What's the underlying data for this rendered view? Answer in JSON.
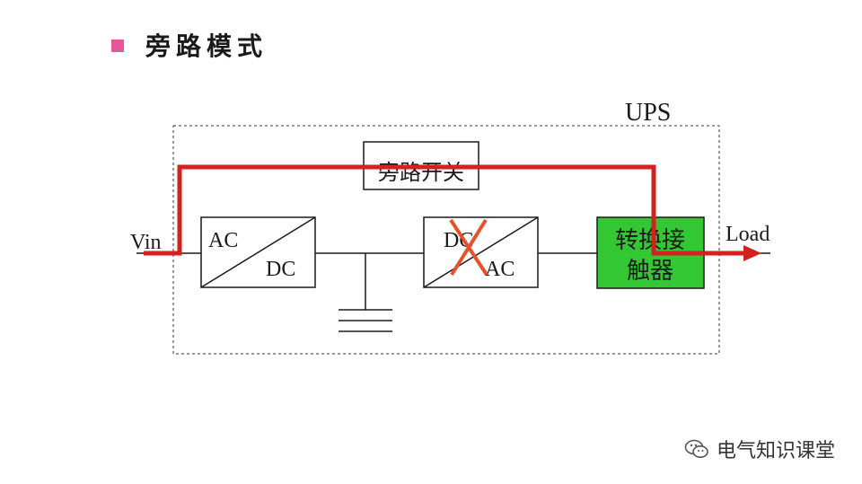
{
  "title": "旁路模式",
  "colors": {
    "bullet": "#e7569a",
    "path": "#d61f1f",
    "cross": "#e8502a",
    "switch_fill": "#33c833",
    "line": "#1a1a1a"
  },
  "diagram": {
    "container_label": "UPS",
    "input_label": "Vin",
    "output_label": "Load",
    "rectifier": {
      "in": "AC",
      "out": "DC"
    },
    "inverter": {
      "in": "DC",
      "out": "AC",
      "status": "disabled"
    },
    "bypass_switch": "旁路开关",
    "transfer_switch": {
      "line1": "转换接",
      "line2": "触器"
    }
  },
  "watermark": {
    "icon": "wechat-icon",
    "text": "电气知识课堂"
  }
}
